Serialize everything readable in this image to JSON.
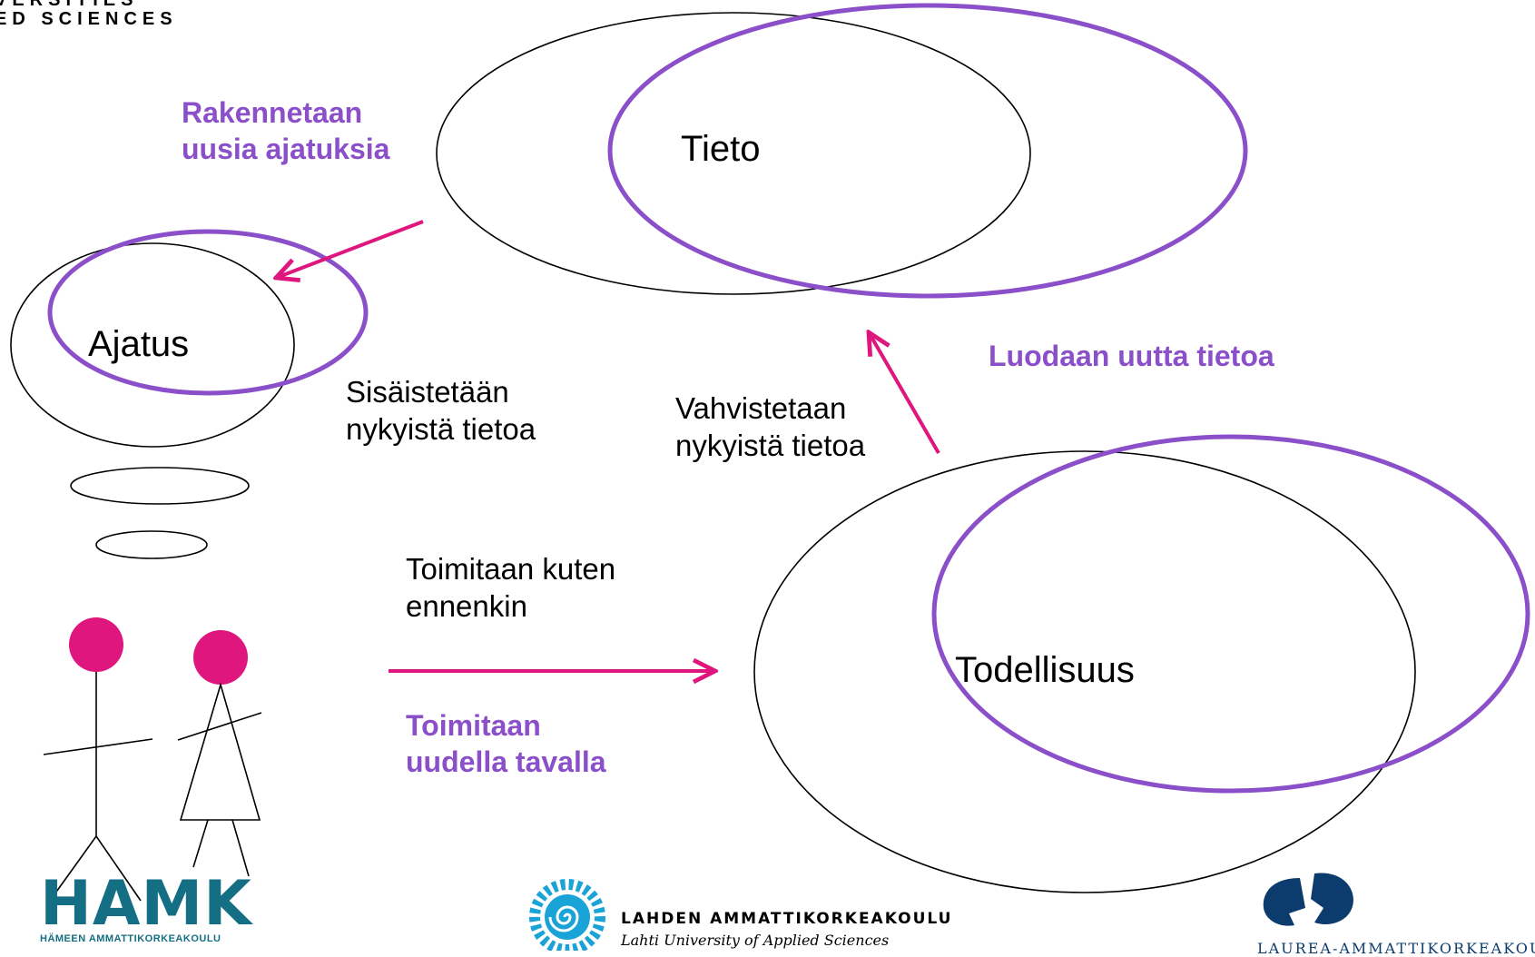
{
  "header": {
    "line1": "VERSITIES",
    "line2": "ED SCIENCES"
  },
  "labels": {
    "tieto": "Tieto",
    "ajatus": "Ajatus",
    "todellisuus": "Todellisuus",
    "sisaistetaan": "Sisäistetään\nnykyistä tietoa",
    "vahvistetaan": "Vahvistetaan\nnykyistä tietoa",
    "toimitaan_kuten": "Toimitaan kuten\nennenkin",
    "rakennetaan": "Rakennetaan\nuusia ajatuksia",
    "luodaan": "Luodaan uutta tietoa",
    "toimitaan_uudella": "Toimitaan\nuudella tavalla"
  },
  "logos": {
    "hamk_word": "HAMK",
    "hamk_sub": "HÄMEEN AMMATTIKORKEAKOULU",
    "lahti_name": "LAHDEN AMMATTIKORKEAKOULU",
    "lahti_sub": "Lahti University of Applied Sciences",
    "laurea": "LAUREA-AMMATTIKORKEAKOULU"
  },
  "colors": {
    "purple": "#8a4fc9",
    "magenta": "#e0167f",
    "hamk_teal": "#156f84",
    "lahti_blue": "#1aa3d6",
    "laurea_navy": "#0c3b6e"
  }
}
